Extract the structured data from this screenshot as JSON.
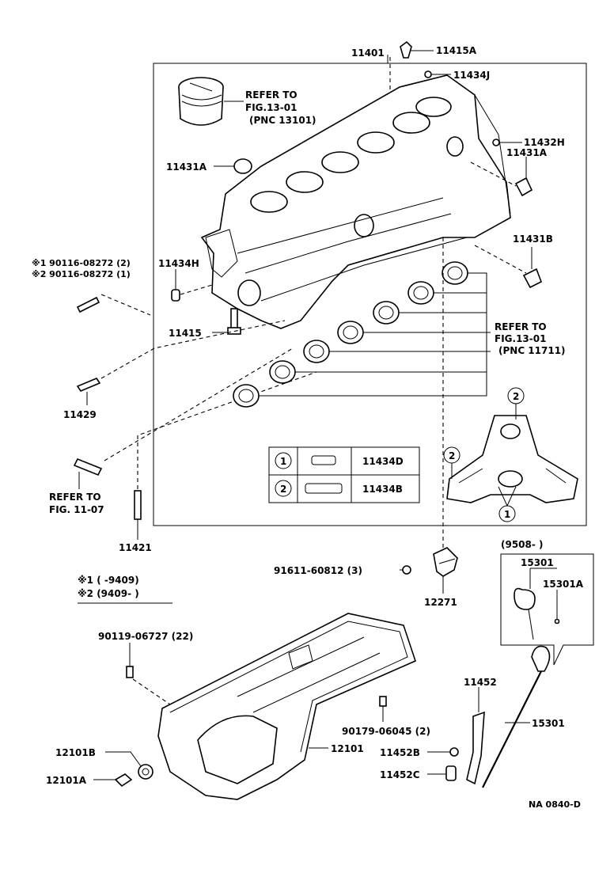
{
  "labels": {
    "p11401": "11401",
    "p11415A": "11415A",
    "p11434J": "11434J",
    "refer_piston_1": "REFER TO",
    "refer_piston_2": "FIG.13-01",
    "refer_piston_3": "(PNC 13101)",
    "p11432H": "11432H",
    "p11431A_r": "11431A",
    "p11431A_l": "11431A",
    "p11431B": "11431B",
    "stud_note1": "※1 90116-08272 (2)",
    "stud_note2": "※2 90116-08272 (1)",
    "p11434H": "11434H",
    "p11415": "11415",
    "refer_bearing_1": "REFER TO",
    "refer_bearing_2": "FIG.13-01",
    "refer_bearing_3": "(PNC 11711)",
    "p11429": "11429",
    "refer_fig_1": "REFER TO",
    "refer_fig_2": "FIG. 11-07",
    "p11421": "11421",
    "legend_note1": "※1 (      -9409)",
    "legend_note2": "※2 (9409-        )",
    "bolt_91611": "91611-60812 (3)",
    "p12271": "12271",
    "date_9508": "(9508-        )",
    "p15301_top": "15301",
    "p15301A": "15301A",
    "bolt_90119": "90119-06727 (22)",
    "p11452": "11452",
    "p15301": "15301",
    "bolt_90179": "90179-06045 (2)",
    "p12101B": "12101B",
    "p12101": "12101",
    "p11452B": "11452B",
    "p12101A": "12101A",
    "p11452C": "11452C",
    "diagram_code": "NA 0840-D"
  },
  "legend_table": [
    {
      "key": "1",
      "part": "11434D"
    },
    {
      "key": "2",
      "part": "11434B"
    }
  ],
  "callouts": {
    "c_top": "2",
    "c_left": "2",
    "c_bottom": "1"
  }
}
